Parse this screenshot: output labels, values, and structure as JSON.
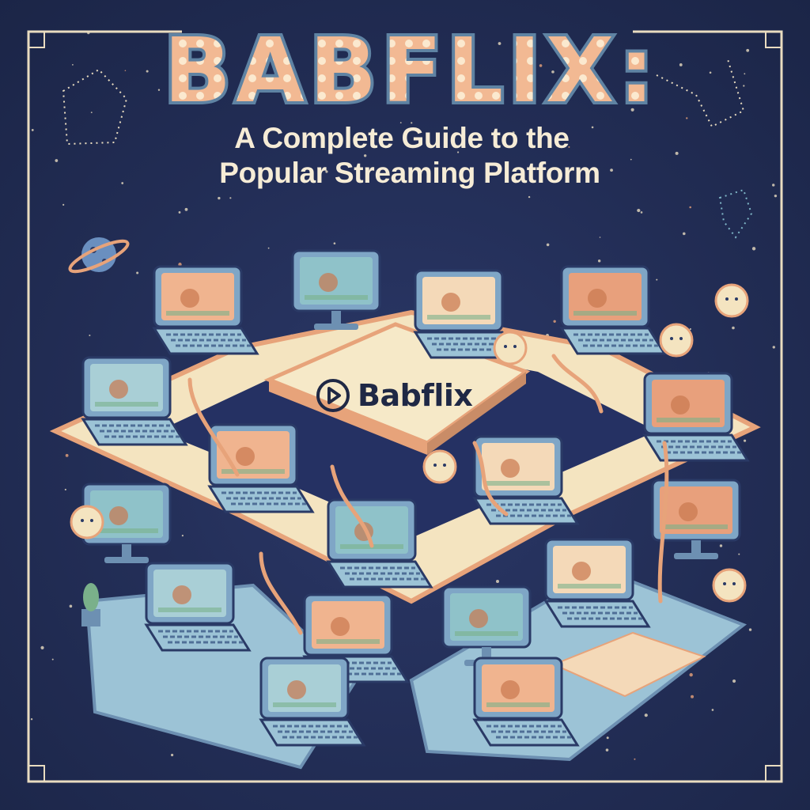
{
  "poster": {
    "title": "BABFLIX:",
    "subtitle_line1": "A Complete Guide to the",
    "subtitle_line2": "Popular Streaming Platform",
    "logo": {
      "icon": "play-circle-icon",
      "text": "Babflix"
    }
  },
  "colors": {
    "background": "#222d55",
    "title_fill": "#f2b993",
    "title_outline": "#5f83a3",
    "title_bulbs": "#fbe9cf",
    "subtitle": "#f6ecd6",
    "platform": "#f6e9c8",
    "tray": "#9cc3d6",
    "trim": "#e7a37a",
    "logo_text": "#1f2845"
  }
}
